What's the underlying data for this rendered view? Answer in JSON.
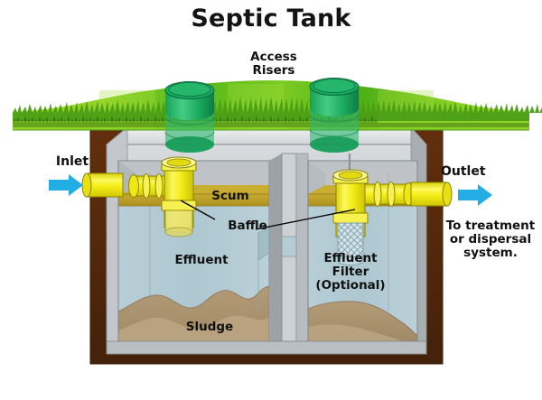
{
  "title": "Septic Tank",
  "labels": {
    "access_risers": "Access\nRisers",
    "inlet": "Inlet",
    "outlet": "Outlet",
    "to_treatment": "To treatment\nor dispersal\nsystem.",
    "scum": "Scum",
    "baffle": "Baffle",
    "effluent": "Effluent",
    "sludge": "Sludge",
    "effluent_filter": "Effluent\nFilter\n(Optional)"
  },
  "colors": {
    "background": "#ffffff",
    "title_text": "#141414",
    "label_text": "#111111",
    "grass_light": "#9ed92a",
    "grass_mid": "#66c21c",
    "grass_dark": "#3fa017",
    "grass_blade": "#2c5f12",
    "soil_brown": "#5a2d0c",
    "soil_brown_dark": "#4a2408",
    "tank_concrete_light": "#e2e4e6",
    "tank_concrete": "#c7cacd",
    "tank_concrete_dark": "#9ea3a8",
    "tank_outline": "#6f7479",
    "interior_wall": "#b9bdc1",
    "interior_shadow": "#8d9398",
    "riser_green": "#18a05a",
    "riser_green_dark": "#0f8249",
    "riser_green_light": "#3cc47c",
    "pipe_yellow": "#f2ea19",
    "pipe_yellow_light": "#fbf79a",
    "pipe_yellow_dark": "#d6cc0a",
    "pipe_outline": "#8a8506",
    "arrow_blue": "#22aee4",
    "scum": "#b79a24",
    "scum_light": "#cdb23a",
    "effluent": "#b4ccd4",
    "effluent_dark": "#9fbcc6",
    "sludge": "#ac9470",
    "sludge_dark": "#8f7a5c",
    "filter_mesh": "#cfe0e6",
    "leader_line": "#000000"
  },
  "elements": {
    "riser_left_label": "access-riser-left",
    "riser_right_label": "access-riser-right",
    "inlet_arrow": "arrow-right",
    "outlet_arrow": "arrow-right"
  }
}
